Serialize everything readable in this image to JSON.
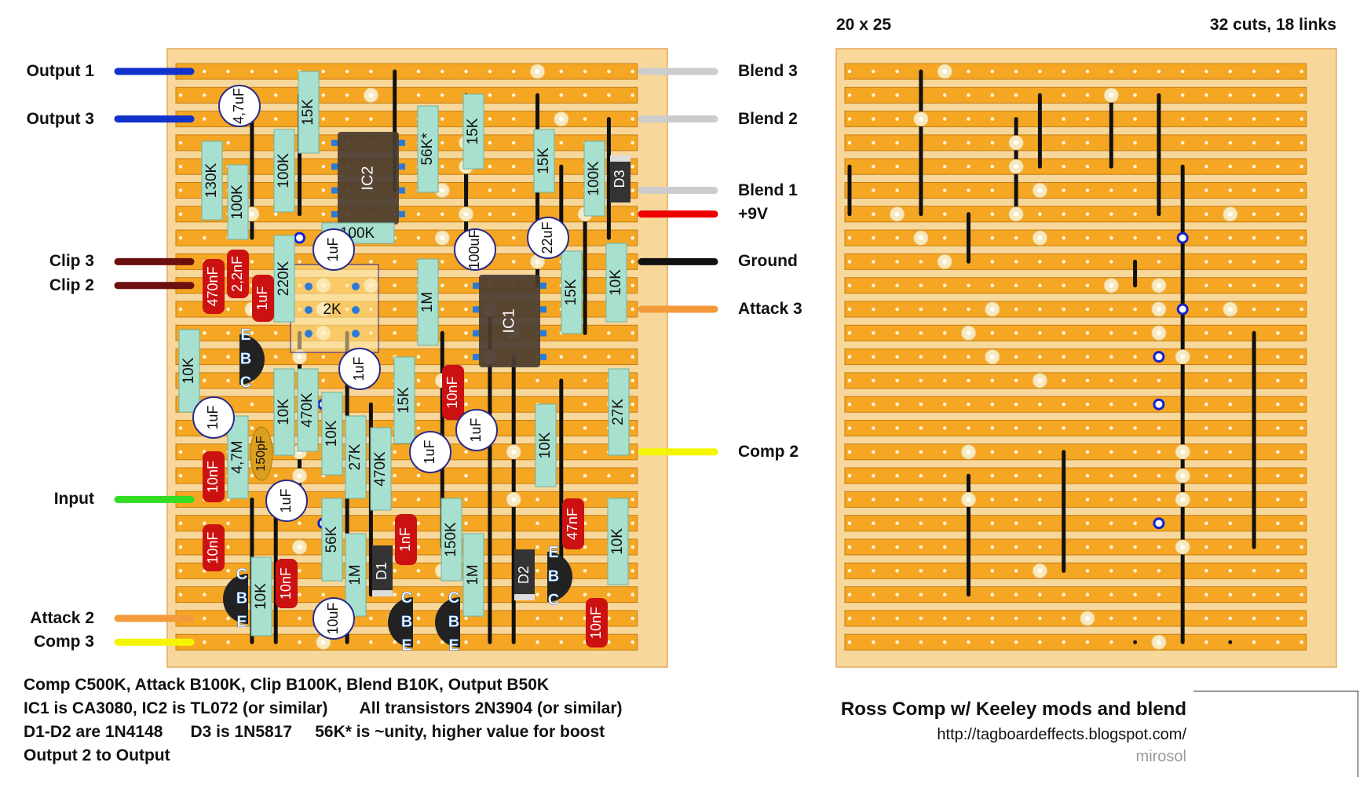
{
  "board": {
    "grid_label": "20 x 25",
    "cuts_links_label": "32 cuts, 18 links"
  },
  "wires_left": [
    {
      "label": "Output 1",
      "color": "#1133cc"
    },
    {
      "label": "Output 3",
      "color": "#1133cc"
    },
    {
      "label": "Clip 3",
      "color": "#6b0f0f"
    },
    {
      "label": "Clip 2",
      "color": "#6b0f0f"
    },
    {
      "label": "Input",
      "color": "#33dd22"
    },
    {
      "label": "Attack 2",
      "color": "#f39a3a"
    },
    {
      "label": "Comp 3",
      "color": "#f5f500"
    }
  ],
  "wires_right": [
    {
      "label": "Blend 3",
      "color": "#cccccc"
    },
    {
      "label": "Blend 2",
      "color": "#cccccc"
    },
    {
      "label": "Blend 1",
      "color": "#cccccc"
    },
    {
      "label": "+9V",
      "color": "#ee0000"
    },
    {
      "label": "Ground",
      "color": "#111111"
    },
    {
      "label": "Attack 3",
      "color": "#f39a3a"
    },
    {
      "label": "Comp 2",
      "color": "#f5f500"
    }
  ],
  "resistors": [
    "15K",
    "100K",
    "130K",
    "100K",
    "56K*",
    "15K",
    "15K",
    "100K",
    "100K",
    "220K",
    "1M",
    "15K",
    "10K",
    "10K",
    "10K",
    "470K",
    "10K",
    "27K",
    "470K",
    "15K",
    "4,7M",
    "10K",
    "27K",
    "56K",
    "1M",
    "150K",
    "1M",
    "10K",
    "10K"
  ],
  "capacitors": [
    "4,7uF",
    "1uF",
    "100uF",
    "22uF",
    "1uF",
    "1uF",
    "1uF",
    "1uF",
    "1uF",
    "10uF"
  ],
  "film_caps": [
    "470nF",
    "2,2nF",
    "1uF",
    "10nF",
    "10nF",
    "10nF",
    "1nF",
    "47nF",
    "10nF",
    "10nF"
  ],
  "small_caps": [
    "150pF"
  ],
  "ics": [
    "IC2",
    "IC1"
  ],
  "diodes": [
    "D3",
    "D1",
    "D2"
  ],
  "trimmer": "2K",
  "transistor_pins": [
    "E",
    "B",
    "C"
  ],
  "notes": [
    "Comp C500K, Attack B100K, Clip B100K, Blend B10K, Output B50K",
    "IC1 is CA3080, IC2 is TL072 (or similar)       All transistors 2N3904 (or similar)",
    "D1-D2 are 1N4148      D3 is 1N5817     56K* is ~unity, higher value for boost",
    "Output 2 to Output"
  ],
  "credit": {
    "title": "Ross Comp w/ Keeley mods and blend",
    "url": "http://tagboardeffects.blogspot.com/",
    "author": "mirosol"
  },
  "colors": {
    "board_bg": "#f7d79a",
    "strip": "#f5a623",
    "strip_border": "#c77d12",
    "resistor": "#a8e0d0",
    "film_cap": "#cc1111",
    "ic": "#4a3d32",
    "transistor": "#222222",
    "link": "#111111",
    "cut": "#f8e9bf"
  }
}
